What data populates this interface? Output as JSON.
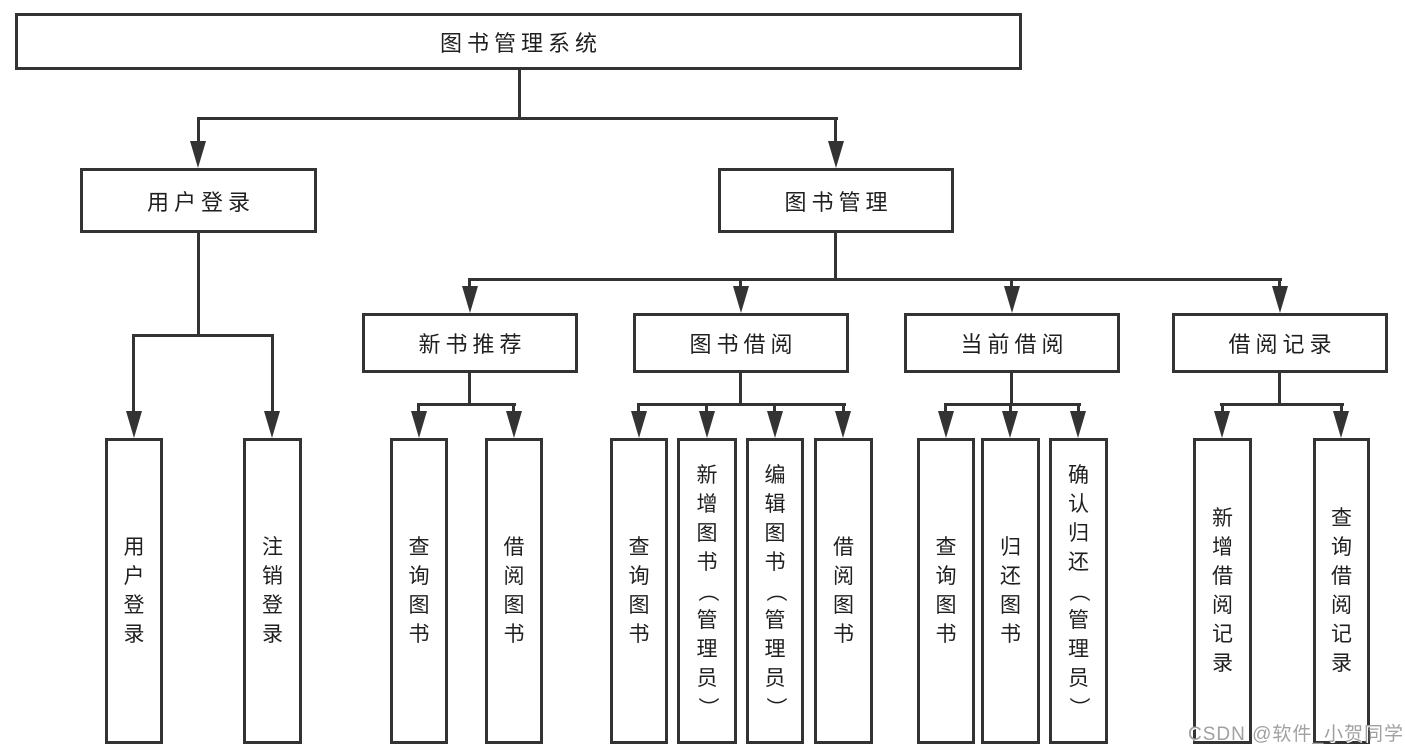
{
  "diagram": {
    "title": "图书管理系统",
    "level2": [
      "用户登录",
      "图书管理"
    ],
    "level3": [
      "新书推荐",
      "图书借阅",
      "当前借阅",
      "借阅记录"
    ],
    "leaves": {
      "user_login": [
        "用户登录",
        "注销登录"
      ],
      "new_book_recommend": [
        "查询图书",
        "借阅图书"
      ],
      "book_borrow": [
        "查询图书",
        "新增图书（管理员）",
        "编辑图书（管理员）",
        "借阅图书"
      ],
      "current_borrow": [
        "查询图书",
        "归还图书",
        "确认归还（管理员）"
      ],
      "borrow_records": [
        "新增借阅记录",
        "查询借阅记录"
      ]
    },
    "watermark": "CSDN @软件_小贺同学",
    "colors": {
      "line": "#333333",
      "text": "#1f1f1f",
      "background": "#ffffff",
      "watermark": "#a1a1a1"
    }
  }
}
